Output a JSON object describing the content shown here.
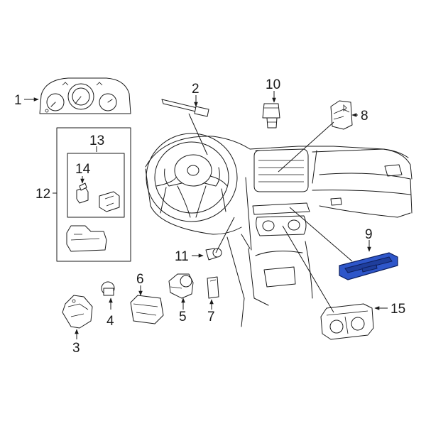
{
  "callouts": {
    "c1": "1",
    "c2": "2",
    "c3": "3",
    "c4": "4",
    "c5": "5",
    "c6": "6",
    "c7": "7",
    "c8": "8",
    "c9": "9",
    "c10": "10",
    "c11": "11",
    "c12": "12",
    "c13": "13",
    "c14": "14",
    "c15": "15"
  },
  "highlight": {
    "part": "9",
    "color": "#2e56c9"
  }
}
